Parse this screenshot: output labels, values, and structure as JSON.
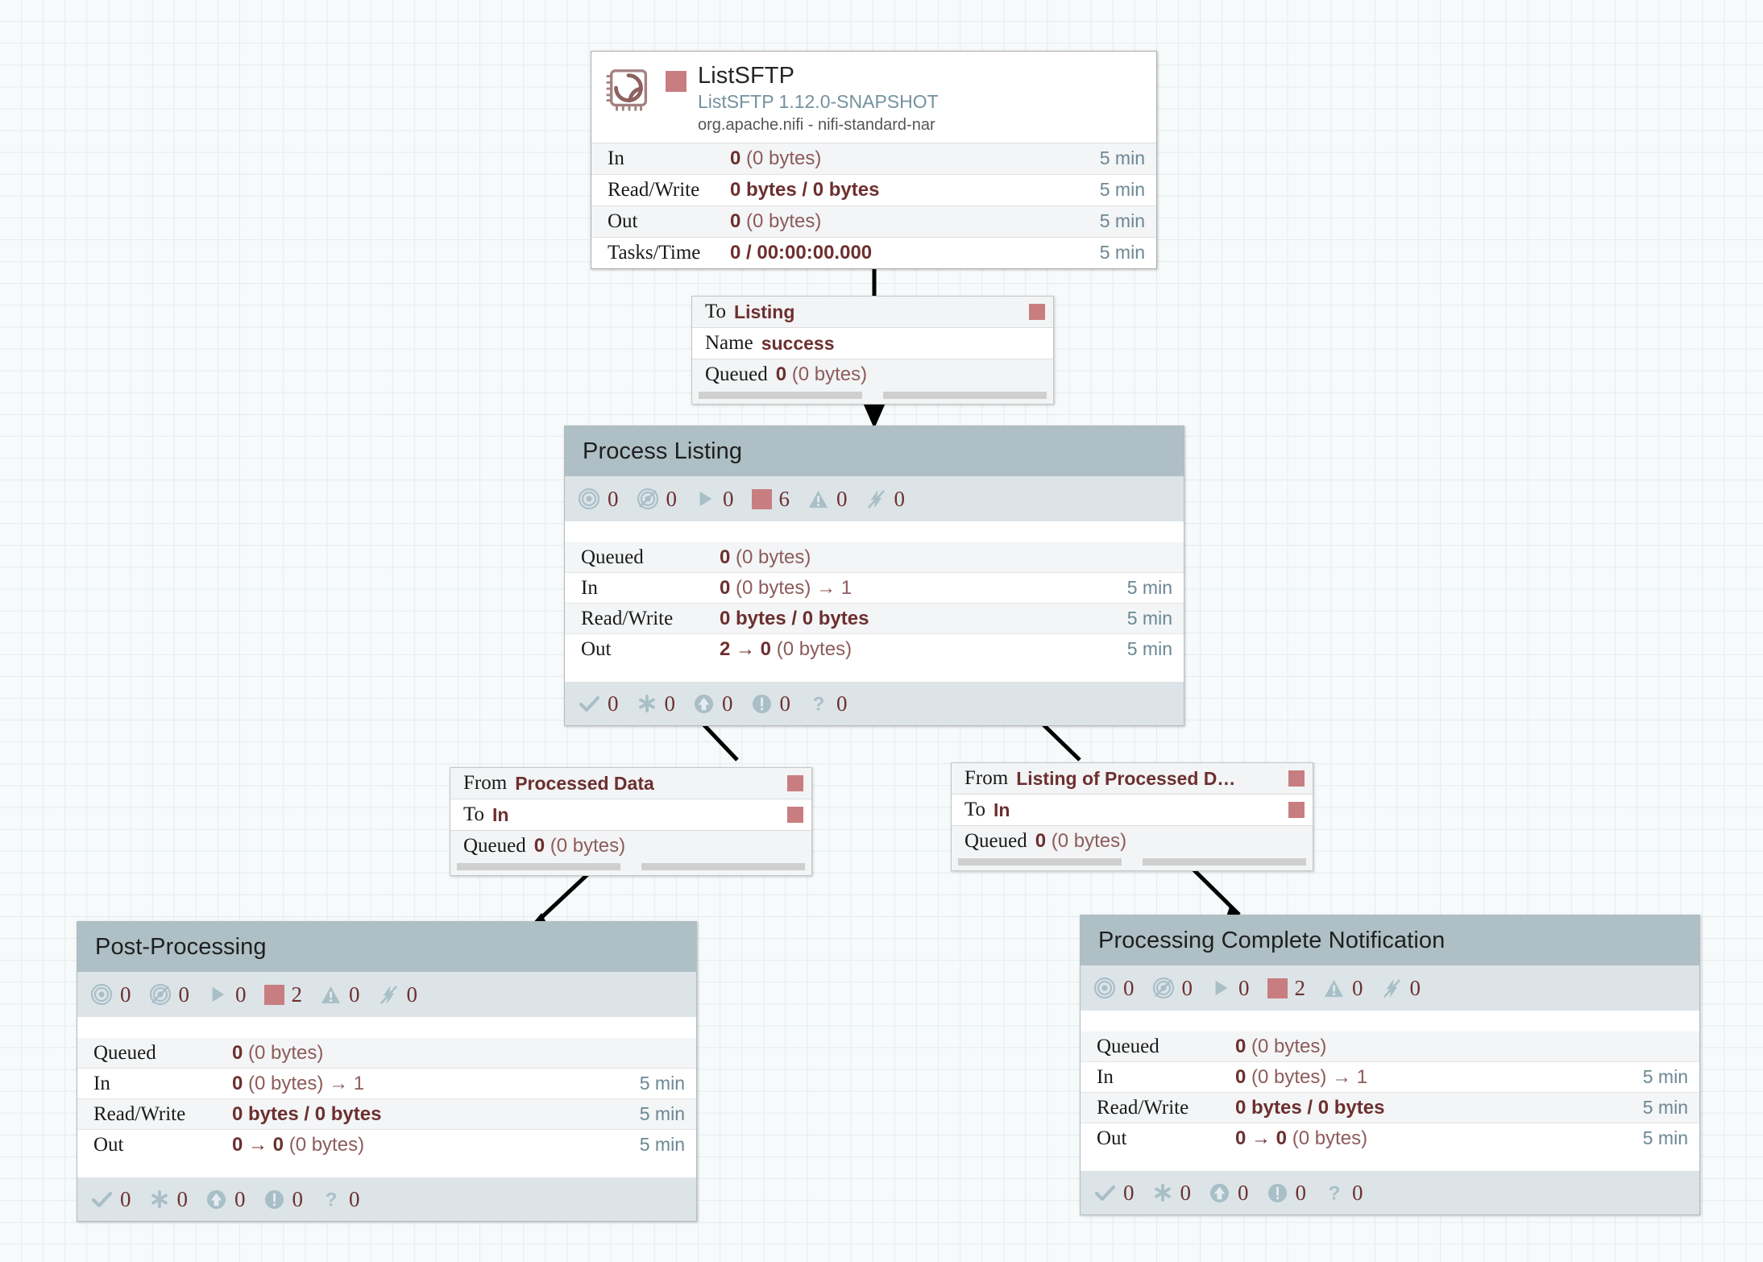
{
  "canvas": {
    "background_color": "#f7fafb",
    "grid_color": "#e3ecee",
    "stopped_color": "#c87d80",
    "group_header_color": "#aebfc5",
    "group_stats_color": "#dde4e8"
  },
  "processor": {
    "name": "ListSFTP",
    "type": "ListSFTP 1.12.0-SNAPSHOT",
    "bundle": "org.apache.nifi - nifi-standard-nar",
    "icon": "processor-chip-icon",
    "run_status_icon": "stopped-square-icon",
    "rows": [
      {
        "label": "In",
        "value": "0",
        "detail": "(0 bytes)",
        "time": "5 min"
      },
      {
        "label": "Read/Write",
        "value": "0 bytes / 0 bytes",
        "detail": "",
        "time": "5 min"
      },
      {
        "label": "Out",
        "value": "0",
        "detail": "(0 bytes)",
        "time": "5 min"
      },
      {
        "label": "Tasks/Time",
        "value": "0 / 00:00:00.000",
        "detail": "",
        "time": "5 min"
      }
    ]
  },
  "connections": [
    {
      "id": "conn-listsftp-to-listing",
      "rows": [
        {
          "key": "To",
          "value": "Listing",
          "has_square": true
        },
        {
          "key": "Name",
          "value": "success",
          "has_square": false
        }
      ],
      "queued_label": "Queued",
      "queued_count": "0",
      "queued_size": "(0 bytes)"
    },
    {
      "id": "conn-processed-data-to-in",
      "rows": [
        {
          "key": "From",
          "value": "Processed Data",
          "has_square": true
        },
        {
          "key": "To",
          "value": "In",
          "has_square": true
        }
      ],
      "queued_label": "Queued",
      "queued_count": "0",
      "queued_size": "(0 bytes)"
    },
    {
      "id": "conn-listing-of-processed-to-in",
      "rows": [
        {
          "key": "From",
          "value": "Listing of Processed D…",
          "has_square": true
        },
        {
          "key": "To",
          "value": "In",
          "has_square": true
        }
      ],
      "queued_label": "Queued",
      "queued_count": "0",
      "queued_size": "(0 bytes)"
    }
  ],
  "process_groups": [
    {
      "id": "pg-process-listing",
      "title": "Process Listing",
      "stats": [
        {
          "icon": "transmitting-icon",
          "count": "0"
        },
        {
          "icon": "not-transmitting-icon",
          "count": "0"
        },
        {
          "icon": "running-icon",
          "count": "0"
        },
        {
          "icon": "stopped-icon",
          "count": "6"
        },
        {
          "icon": "invalid-icon",
          "count": "0"
        },
        {
          "icon": "disabled-icon",
          "count": "0"
        }
      ],
      "rows": [
        {
          "label": "Queued",
          "value": "0",
          "detail": "(0 bytes)",
          "time": ""
        },
        {
          "label": "In",
          "value": "0",
          "detail": "(0 bytes) → 1",
          "time": "5 min"
        },
        {
          "label": "Read/Write",
          "value": "0 bytes / 0 bytes",
          "detail": "",
          "time": "5 min"
        },
        {
          "label": "Out",
          "value": "2 → 0",
          "detail": "(0 bytes)",
          "time": "5 min"
        }
      ],
      "footer": [
        {
          "icon": "check-icon",
          "count": "0"
        },
        {
          "icon": "asterisk-icon",
          "count": "0"
        },
        {
          "icon": "up-arrow-icon",
          "count": "0"
        },
        {
          "icon": "exclamation-icon",
          "count": "0"
        },
        {
          "icon": "question-icon",
          "count": "0"
        }
      ]
    },
    {
      "id": "pg-post-processing",
      "title": "Post-Processing",
      "stats": [
        {
          "icon": "transmitting-icon",
          "count": "0"
        },
        {
          "icon": "not-transmitting-icon",
          "count": "0"
        },
        {
          "icon": "running-icon",
          "count": "0"
        },
        {
          "icon": "stopped-icon",
          "count": "2"
        },
        {
          "icon": "invalid-icon",
          "count": "0"
        },
        {
          "icon": "disabled-icon",
          "count": "0"
        }
      ],
      "rows": [
        {
          "label": "Queued",
          "value": "0",
          "detail": "(0 bytes)",
          "time": ""
        },
        {
          "label": "In",
          "value": "0",
          "detail": "(0 bytes) → 1",
          "time": "5 min"
        },
        {
          "label": "Read/Write",
          "value": "0 bytes / 0 bytes",
          "detail": "",
          "time": "5 min"
        },
        {
          "label": "Out",
          "value": "0 → 0",
          "detail": "(0 bytes)",
          "time": "5 min"
        }
      ],
      "footer": [
        {
          "icon": "check-icon",
          "count": "0"
        },
        {
          "icon": "asterisk-icon",
          "count": "0"
        },
        {
          "icon": "up-arrow-icon",
          "count": "0"
        },
        {
          "icon": "exclamation-icon",
          "count": "0"
        },
        {
          "icon": "question-icon",
          "count": "0"
        }
      ]
    },
    {
      "id": "pg-processing-complete-notification",
      "title": "Processing Complete Notification",
      "stats": [
        {
          "icon": "transmitting-icon",
          "count": "0"
        },
        {
          "icon": "not-transmitting-icon",
          "count": "0"
        },
        {
          "icon": "running-icon",
          "count": "0"
        },
        {
          "icon": "stopped-icon",
          "count": "2"
        },
        {
          "icon": "invalid-icon",
          "count": "0"
        },
        {
          "icon": "disabled-icon",
          "count": "0"
        }
      ],
      "rows": [
        {
          "label": "Queued",
          "value": "0",
          "detail": "(0 bytes)",
          "time": ""
        },
        {
          "label": "In",
          "value": "0",
          "detail": "(0 bytes) → 1",
          "time": "5 min"
        },
        {
          "label": "Read/Write",
          "value": "0 bytes / 0 bytes",
          "detail": "",
          "time": "5 min"
        },
        {
          "label": "Out",
          "value": "0 → 0",
          "detail": "(0 bytes)",
          "time": "5 min"
        }
      ],
      "footer": [
        {
          "icon": "check-icon",
          "count": "0"
        },
        {
          "icon": "asterisk-icon",
          "count": "0"
        },
        {
          "icon": "up-arrow-icon",
          "count": "0"
        },
        {
          "icon": "exclamation-icon",
          "count": "0"
        },
        {
          "icon": "question-icon",
          "count": "0"
        }
      ]
    }
  ]
}
